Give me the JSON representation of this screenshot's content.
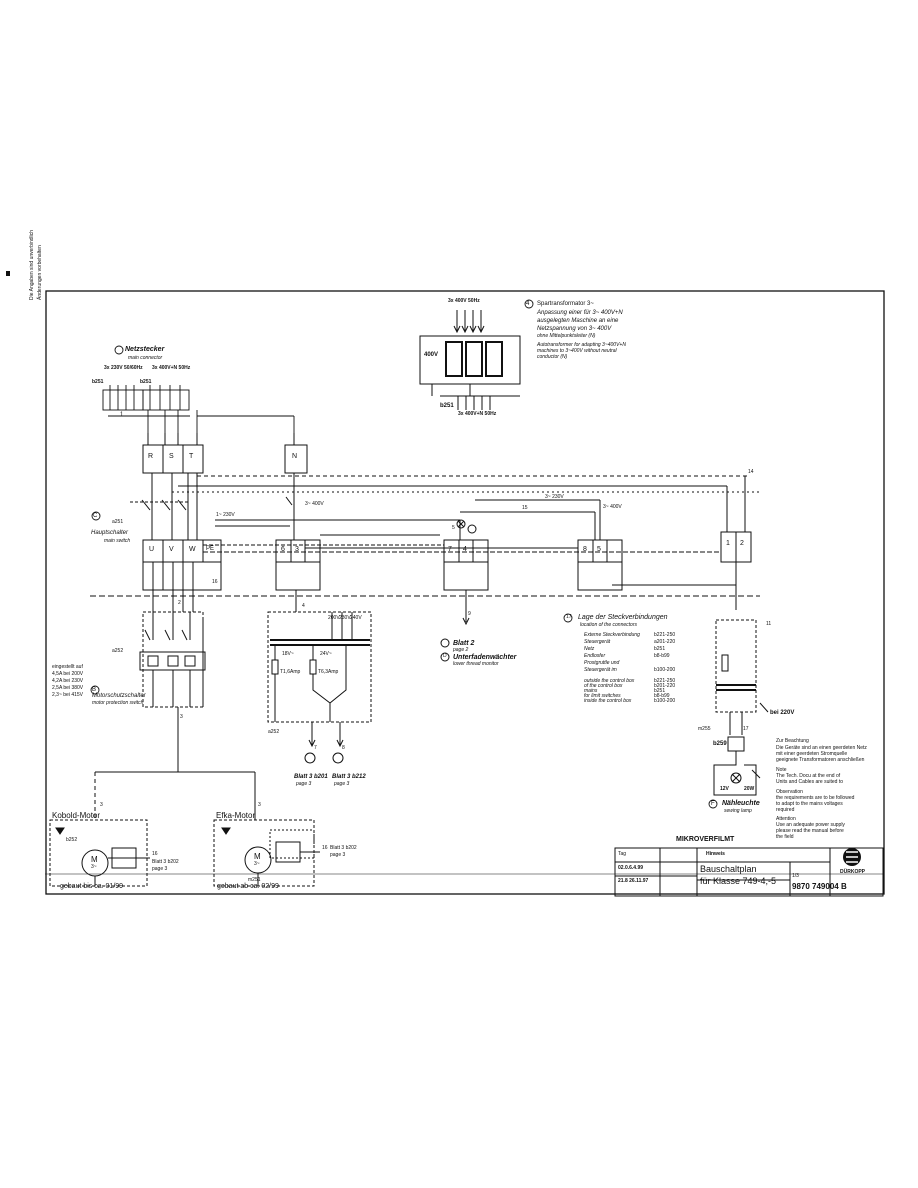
{
  "mains": {
    "title": "Netzstecker",
    "subtitle": "main connector",
    "option1": "3x 230V 50/60Hz",
    "option2": "3x 400V+N 50Hz",
    "plug1": "b251",
    "plug2": "b251",
    "marker": "1"
  },
  "transformer": {
    "num": "4",
    "supply_top": "3x 400V 50Hz",
    "title": "Spartransformator 3~",
    "line2": "Anpassung einer für 3~ 400V+N",
    "line3": "ausgelegten Maschine an eine",
    "line4": "Netzspannung von 3~ 400V",
    "line5": "ohne Mittelpunktsleiter (N)",
    "en1": "Autotransformer for adapting 3~400V+N",
    "en2": "machines to 3~400V without neutral",
    "en3": "conductor (N)",
    "voltage": "400V",
    "plug": "b251",
    "supply_bottom": "3x 400V+N 50Hz"
  },
  "terminals": {
    "R": "R",
    "S": "S",
    "T": "T",
    "N": "N",
    "U": "U",
    "V": "V",
    "W": "W",
    "PE": "PE",
    "t6": "6",
    "t3": "3",
    "t7": "7",
    "t4": "4",
    "t8": "8",
    "t5": "5",
    "t1": "1",
    "t2": "2"
  },
  "switch": {
    "num": "C",
    "title": "Hauptschalter",
    "subtitle": "main switch",
    "ref": "a251"
  },
  "wires": {
    "v1": "1~ 230V",
    "v2": "3~ 400V",
    "v3": "3~ 230V",
    "v4": "3~ 400V",
    "n15": "15",
    "n16": "16",
    "n14": "14",
    "n11": "11",
    "n2": "2",
    "n4": "4",
    "n9": "9",
    "n7": "7",
    "n8": "8",
    "n3": "3",
    "n17": "17",
    "n5": "5"
  },
  "motor_protect": {
    "ref": "a252",
    "num": "B",
    "title": "Motorschutzschalter",
    "subtitle": "motor protection switch",
    "adj_title": "eingestellt auf",
    "adj1": "4,5A bei 200V",
    "adj2": "4,2A bei 230V",
    "adj3": "2,5A bei 380V",
    "adj4": "2,3~ bei 415V"
  },
  "psu": {
    "v1": "18V~",
    "v2": "24V~",
    "f1": "T1,6Amp",
    "f2": "T6,3Amp",
    "ref": "a252",
    "tap1": "200V",
    "tap2": "230V",
    "tap3": "240V"
  },
  "sheets": {
    "blatt2": "Blatt 2",
    "page2": "page 2",
    "thread_num": "D",
    "thread_title": "Unterfadenwächter",
    "thread_sub": "lower thread monitor",
    "b3a": "Blatt 3 b201",
    "page3a": "page 3",
    "b3b": "Blatt 3 b212",
    "page3b": "page 3"
  },
  "connectors": {
    "num": "17",
    "title": "Lage der Steckverbindungen",
    "subtitle": "location of the connectors",
    "rows": [
      {
        "name": "Externe Steckverbindung",
        "val": "b221-250"
      },
      {
        "name": "Steuergerät",
        "val": "a201-220"
      },
      {
        "name": "Netz",
        "val": "b251"
      },
      {
        "name": "Endlosfer",
        "val": "b8-b99"
      },
      {
        "name": "Prostgruttle und",
        "val": ""
      },
      {
        "name": "Steuergerät im",
        "val": "b100-200"
      }
    ],
    "en_rows": [
      {
        "name": "outside the control box",
        "val": "b221-250"
      },
      {
        "name": "of the control box",
        "val": "b201-220"
      },
      {
        "name": "mains",
        "val": "b251"
      },
      {
        "name": "for limit switches",
        "val": "b8-b99"
      },
      {
        "name": "inside the control box",
        "val": "b100-200"
      }
    ]
  },
  "lamp": {
    "label_bei": "bei 220V",
    "ref1": "m255",
    "ref2": "b259",
    "v1": "12V",
    "v2": "20W",
    "num": "F",
    "title": "Nähleuchte",
    "subtitle": "sewing lamp"
  },
  "notes": {
    "h1": "Zur Beachtung",
    "l1": "Die Geräte sind an einen geerdeten Netz",
    "l2": "mit einer geerdeten Stromquelle",
    "l3": "geeignete Transformatoren anschließen",
    "h2": "Note",
    "l4": "The Tech. Docu at the end of",
    "l5": "Units and Cables are suited to",
    "h3": "Observation",
    "l6": "the requirements are to be followed",
    "l7": "to adapt to the mains voltages",
    "l8": "required",
    "h4": "Attention",
    "l9": "Use an adequate power supply",
    "l10": "please read the manual before",
    "l11": "the field",
    "stamp": "MIKROVERFILMT"
  },
  "kobold": {
    "title": "Kobold-Motor",
    "ref": "b252",
    "m": "M",
    "phase": "3~",
    "n16": "16",
    "sheet": "Blatt 3 b202",
    "page": "page 3",
    "footer": "gebaut bis ca. 01/99",
    "n3": "3"
  },
  "efka": {
    "title": "Efka-Motor",
    "ref": "m251",
    "m": "M",
    "phase": "3~",
    "n16": "16",
    "sheet": "Blatt 3 b202",
    "page": "page 3",
    "footer": "gebaut ab ca. 02/99",
    "n3": "3"
  },
  "titleblock": {
    "drawn_label": "Tag",
    "date1": "02.0.6.4.99",
    "date2": "21.8 26.11.97",
    "title": "Bauschaltplan",
    "subtitle": "für Klasse 749-4,-5",
    "drawing_no": "9870 749004 B",
    "company": "DÜRKOPP",
    "sheet_no": "1/3",
    "note": "Hinweis"
  },
  "margin": {
    "side1": "Die Angaben sind unverbindlich",
    "side2": "Änderungen vorbehalten"
  }
}
